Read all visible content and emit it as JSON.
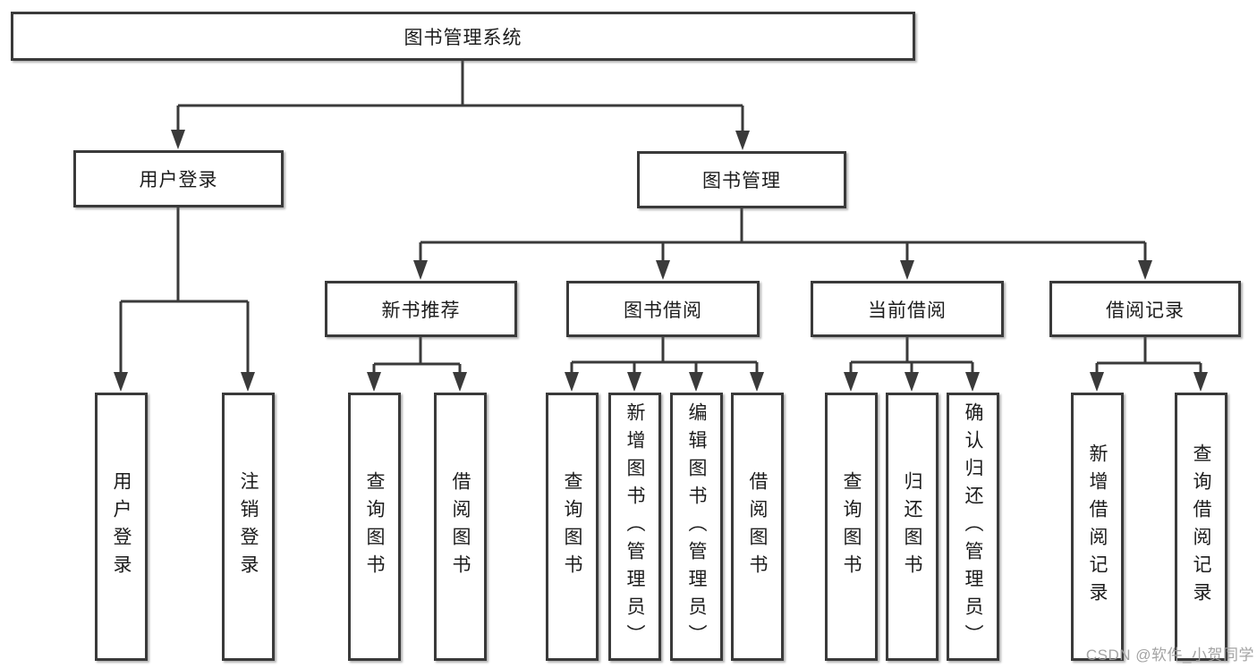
{
  "diagram": {
    "title": "图书管理系统",
    "root": {
      "label": "图书管理系统"
    },
    "level2": [
      {
        "id": "user-login",
        "label": "用户登录"
      },
      {
        "id": "book-management",
        "label": "图书管理"
      }
    ],
    "level3": [
      {
        "id": "new-book-recommendation",
        "label": "新书推荐"
      },
      {
        "id": "book-borrowing",
        "label": "图书借阅"
      },
      {
        "id": "current-borrowing",
        "label": "当前借阅"
      },
      {
        "id": "borrowing-records",
        "label": "借阅记录"
      }
    ],
    "leaves": [
      {
        "parent": "用户登录",
        "label": "用户登录"
      },
      {
        "parent": "用户登录",
        "label": "注销登录"
      },
      {
        "parent": "新书推荐",
        "label": "查询图书"
      },
      {
        "parent": "新书推荐",
        "label": "借阅图书"
      },
      {
        "parent": "图书借阅",
        "label": "查询图书"
      },
      {
        "parent": "图书借阅",
        "label": "新增图书（管理员）"
      },
      {
        "parent": "图书借阅",
        "label": "编辑图书（管理员）"
      },
      {
        "parent": "图书借阅",
        "label": "借阅图书"
      },
      {
        "parent": "当前借阅",
        "label": "查询图书"
      },
      {
        "parent": "当前借阅",
        "label": "归还图书"
      },
      {
        "parent": "当前借阅",
        "label": "确认归还（管理员）"
      },
      {
        "parent": "借阅记录",
        "label": "新增借阅记录"
      },
      {
        "parent": "借阅记录",
        "label": "查询借阅记录"
      }
    ],
    "watermark": "CSDN @软件_小贺同学",
    "colors": {
      "line": "#3a3a3a",
      "border": "#3a3a3a",
      "text": "#1c1c1c",
      "watermark": "#9e9e9e",
      "background": "#ffffff"
    }
  }
}
